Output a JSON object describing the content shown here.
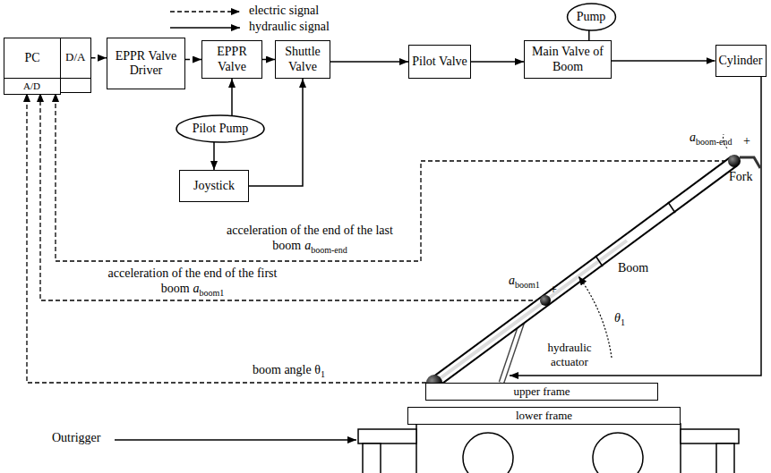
{
  "diagram": {
    "nodes": [
      {
        "text": [
          "PC"
        ]
      },
      {
        "text": [
          "D/A"
        ],
        "in": 0
      },
      {
        "text": [
          "A/D"
        ],
        "in": 0
      },
      {
        "text": [
          "EPPR Valve Driver"
        ]
      },
      {
        "text": [
          "EPPR Valve"
        ]
      },
      {
        "text": [
          "Shuttle Valve"
        ]
      },
      {
        "text": [
          "Pilot Valve"
        ]
      },
      {
        "text": [
          "Main Valve of Boom"
        ]
      },
      {
        "text": [
          "Cylinder"
        ]
      },
      {
        "text": [
          "Pump"
        ]
      },
      {
        "text": [
          "Pilot Pump"
        ]
      },
      {
        "text": [
          "Joystick"
        ]
      },
      {
        "text": [
          "upper frame"
        ]
      },
      {
        "text": [
          "lower frame"
        ]
      }
    ],
    "edges": [
      {
        "from": 1,
        "to": 3,
        "arrow": "to"
      },
      {
        "from": 3,
        "to": 4,
        "arrow": "to"
      },
      {
        "from": 4,
        "to": 5,
        "arrow": "to"
      },
      {
        "from": 5,
        "to": 6,
        "arrow": "to"
      },
      {
        "from": 6,
        "to": 7,
        "arrow": "to"
      },
      {
        "from": 7,
        "to": 8,
        "arrow": "to"
      },
      {
        "from": 9,
        "to": 7,
        "arrow": "none"
      },
      {
        "from": 10,
        "to": 4,
        "arrow": "to"
      },
      {
        "from": 10,
        "to": 11,
        "arrow": "to"
      },
      {
        "from": 11,
        "to": 5,
        "arrow": "to"
      }
    ],
    "labels": [
      "a",
      "boom-end",
      "+",
      "Fork",
      "acceleration of the end of the last boom",
      "a",
      "boom-end",
      "a",
      "boom1",
      "+",
      "Boom",
      "acceleration of the end of the first boom",
      "a",
      "boom1",
      "θ",
      "1",
      "hydraulic actuator",
      "boom angle θ",
      "1",
      "Outrigger"
    ],
    "legend": [
      {
        "text": "electric signal"
      },
      {
        "text": "hydraulic signal"
      }
    ]
  }
}
